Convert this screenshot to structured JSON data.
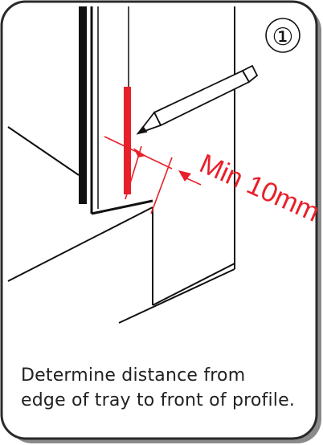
{
  "step": {
    "number": "①"
  },
  "annotation": {
    "text": "Min 10mm",
    "color": "#e8202a"
  },
  "caption": {
    "line1": "Determine distance from",
    "line2": "edge of tray to front of profile."
  },
  "colors": {
    "frame": "#2a2a2a",
    "shadow": "#8a8a8a",
    "line": "#111111",
    "accent": "#e8202a"
  }
}
